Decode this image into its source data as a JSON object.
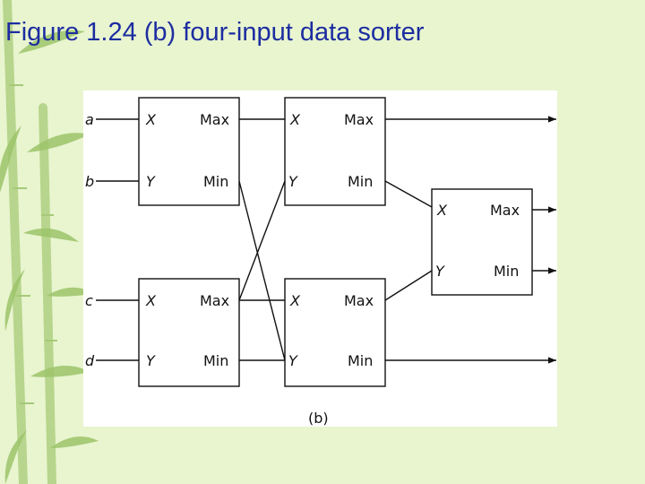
{
  "slide": {
    "title": "Figure 1.24 (b) four-input data sorter"
  },
  "figure": {
    "inputs": [
      "a",
      "b",
      "c",
      "d"
    ],
    "port_labels": {
      "x": "X",
      "y": "Y",
      "max": "Max",
      "min": "Min"
    },
    "caption": "(b)"
  },
  "colors": {
    "background": "#e8f5cf",
    "title": "#1d2da0",
    "diagram_line": "#111111",
    "figure_background": "#ffffff"
  }
}
